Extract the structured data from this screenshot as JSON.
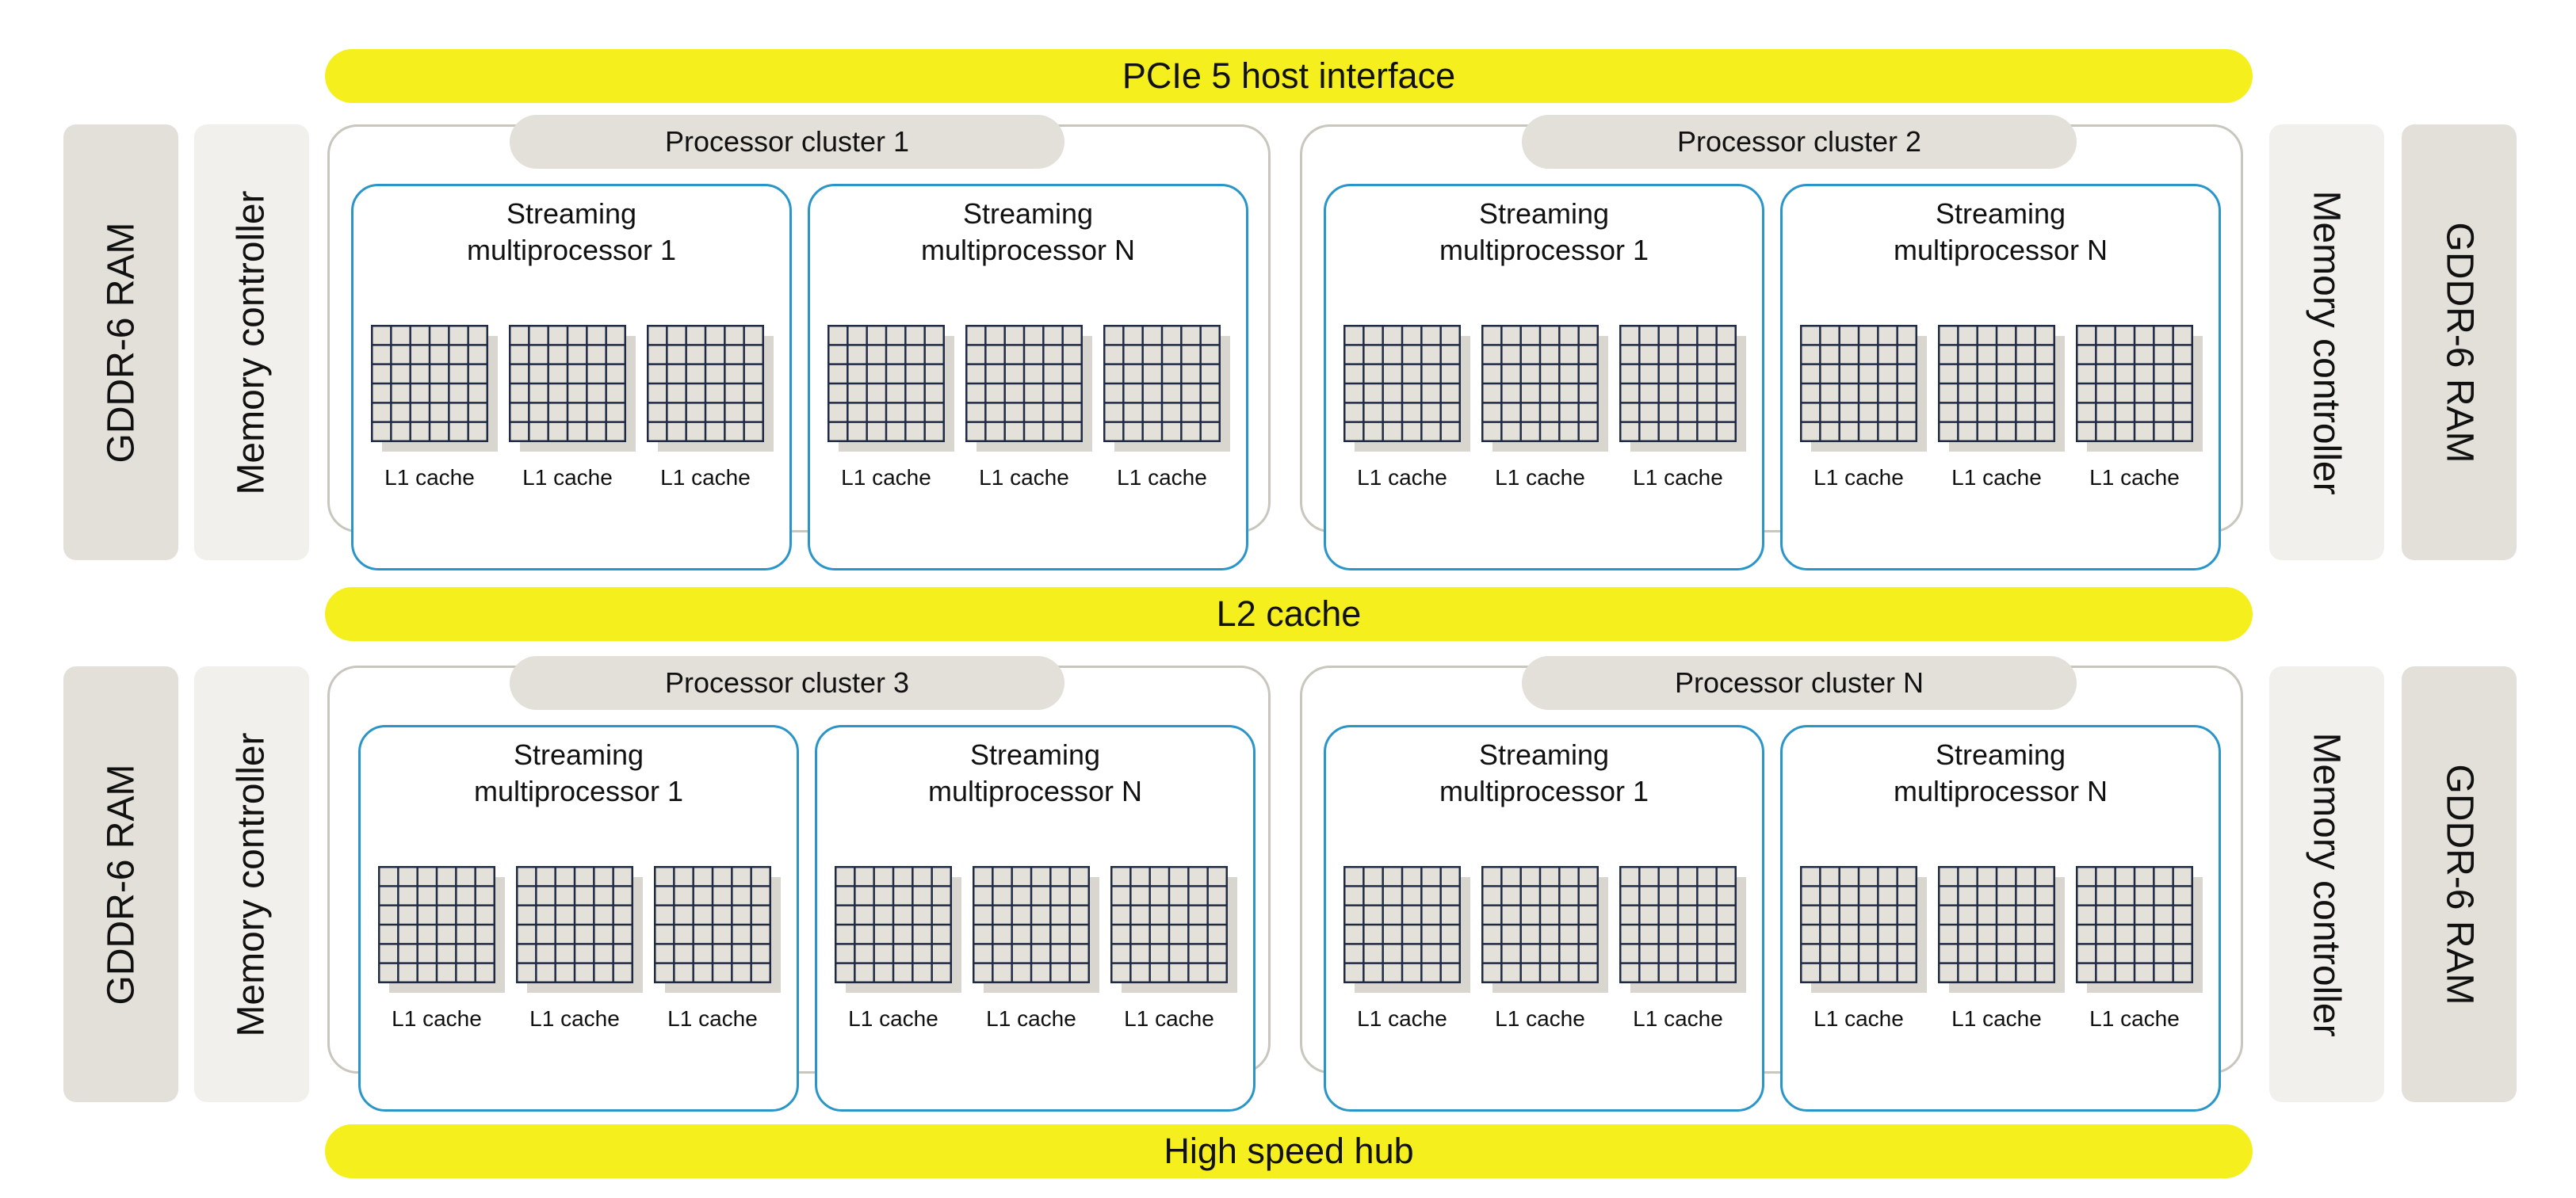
{
  "colors": {
    "bus": "#f5f01d",
    "ram_box": "#e2e0d9",
    "mem_ctrl_box": "#f1f0ec",
    "cluster_border": "#c8c6bd",
    "cluster_label_bg": "#e2e0d9",
    "sm_border": "#2a95c9",
    "core_grid_fill": "#e3e1da",
    "core_grid_line": "#1f2a44",
    "core_shadow": "#d8d6ce"
  },
  "buses": {
    "top": "PCIe 5 host interface",
    "middle": "L2 cache",
    "bottom": "High speed hub"
  },
  "side_boxes": {
    "ram": "GDDR-6 RAM",
    "memory_controller": "Memory controller"
  },
  "clusters": [
    {
      "label": "Processor cluster 1",
      "sms": [
        {
          "title_line1": "Streaming",
          "title_line2": "multiprocessor 1",
          "caches": [
            "L1 cache",
            "L1 cache",
            "L1 cache"
          ]
        },
        {
          "title_line1": "Streaming",
          "title_line2": "multiprocessor N",
          "caches": [
            "L1 cache",
            "L1 cache",
            "L1 cache"
          ]
        }
      ]
    },
    {
      "label": "Processor cluster 2",
      "sms": [
        {
          "title_line1": "Streaming",
          "title_line2": "multiprocessor 1",
          "caches": [
            "L1 cache",
            "L1 cache",
            "L1 cache"
          ]
        },
        {
          "title_line1": "Streaming",
          "title_line2": "multiprocessor N",
          "caches": [
            "L1 cache",
            "L1 cache",
            "L1 cache"
          ]
        }
      ]
    },
    {
      "label": "Processor cluster 3",
      "sms": [
        {
          "title_line1": "Streaming",
          "title_line2": "multiprocessor 1",
          "caches": [
            "L1 cache",
            "L1 cache",
            "L1 cache"
          ]
        },
        {
          "title_line1": "Streaming",
          "title_line2": "multiprocessor N",
          "caches": [
            "L1 cache",
            "L1 cache",
            "L1 cache"
          ]
        }
      ]
    },
    {
      "label": "Processor cluster N",
      "sms": [
        {
          "title_line1": "Streaming",
          "title_line2": "multiprocessor 1",
          "caches": [
            "L1 cache",
            "L1 cache",
            "L1 cache"
          ]
        },
        {
          "title_line1": "Streaming",
          "title_line2": "multiprocessor N",
          "caches": [
            "L1 cache",
            "L1 cache",
            "L1 cache"
          ]
        }
      ]
    }
  ]
}
